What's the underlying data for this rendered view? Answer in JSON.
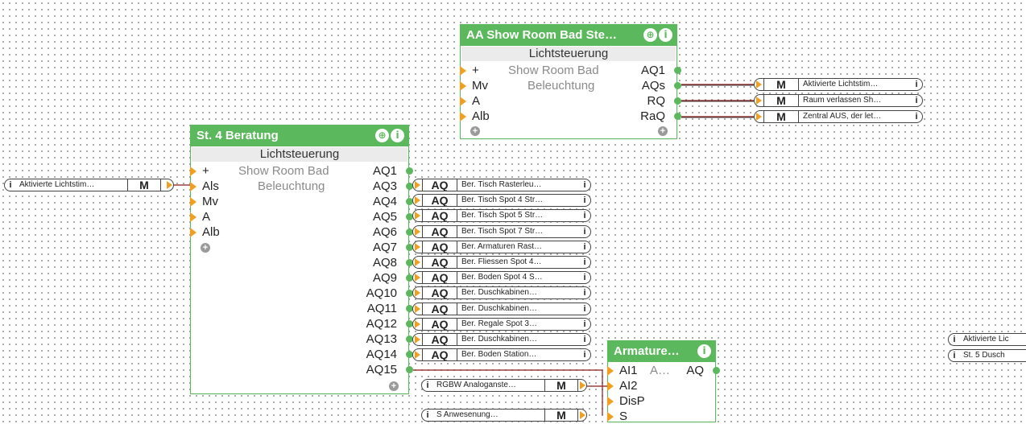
{
  "colors": {
    "block_green": "#5cb85c",
    "input_orange": "#f0a020",
    "wire_red": "#8b1a1a"
  },
  "icons": {
    "header": [
      "move-icon",
      "info-icon"
    ],
    "add": "add-port-icon",
    "info": "info-icon"
  },
  "blocks": {
    "aa": {
      "title": "AA Show Room Bad Ste…",
      "type": "Lichtsteuerung",
      "param1": "Show Room Bad",
      "param2": "Beleuchtung",
      "inputs": [
        "+",
        "Mv",
        "A",
        "Alb"
      ],
      "outputs": [
        "AQ1",
        "AQs",
        "RQ",
        "RaQ"
      ]
    },
    "st4": {
      "title": "St. 4 Beratung",
      "type": "Lichtsteuerung",
      "param1": "Show Room Bad",
      "param2": "Beleuchtung",
      "inputs": [
        "+",
        "Als",
        "Mv",
        "A",
        "Alb"
      ],
      "outputs": [
        "AQ1",
        "AQ3",
        "AQ4",
        "AQ5",
        "AQ6",
        "AQ7",
        "AQ8",
        "AQ9",
        "AQ10",
        "AQ11",
        "AQ12",
        "AQ13",
        "AQ14",
        "AQ15"
      ]
    },
    "arm": {
      "title": "Armature…",
      "param": "A…",
      "inputs": [
        "AI1",
        "AI2",
        "DisP",
        "S"
      ],
      "outputs": [
        "AQ"
      ]
    }
  },
  "connectors": {
    "aa_out": [
      {
        "type": "M",
        "label": "Aktivierte Lichtstim…"
      },
      {
        "type": "M",
        "label": "Raum verlassen Sh…"
      },
      {
        "type": "M",
        "label": "Zentral AUS, der let…"
      }
    ],
    "st4_in": {
      "type": "M",
      "label": "Aktivierte Lichtstim…"
    },
    "st4_out": [
      {
        "type": "AQ",
        "label": "Ber. Tisch Rasterleu…"
      },
      {
        "type": "AQ",
        "label": "Ber. Tisch Spot 4 Str…"
      },
      {
        "type": "AQ",
        "label": "Ber. Tisch Spot 5 Str…"
      },
      {
        "type": "AQ",
        "label": "Ber. Tisch Spot 7 Str…"
      },
      {
        "type": "AQ",
        "label": "Ber. Armaturen Rast…"
      },
      {
        "type": "AQ",
        "label": "Ber. Fliessen Spot 4…"
      },
      {
        "type": "AQ",
        "label": "Ber. Boden Spot 4 S…"
      },
      {
        "type": "AQ",
        "label": "Ber. Duschkabinen…"
      },
      {
        "type": "AQ",
        "label": "Ber. Duschkabinen…"
      },
      {
        "type": "AQ",
        "label": "Ber. Regale Spot 3…"
      },
      {
        "type": "AQ",
        "label": "Ber. Duschkabinen…"
      },
      {
        "type": "AQ",
        "label": "Ber. Boden Station…"
      }
    ],
    "arm_in": [
      {
        "type": "M",
        "label": "RGBW Analoganste…"
      },
      {
        "type": "M",
        "label": "S Anwesenung…"
      }
    ],
    "far_right": [
      {
        "label": "Aktivierte Lic"
      },
      {
        "label": "St. 5 Dusch"
      }
    ]
  }
}
